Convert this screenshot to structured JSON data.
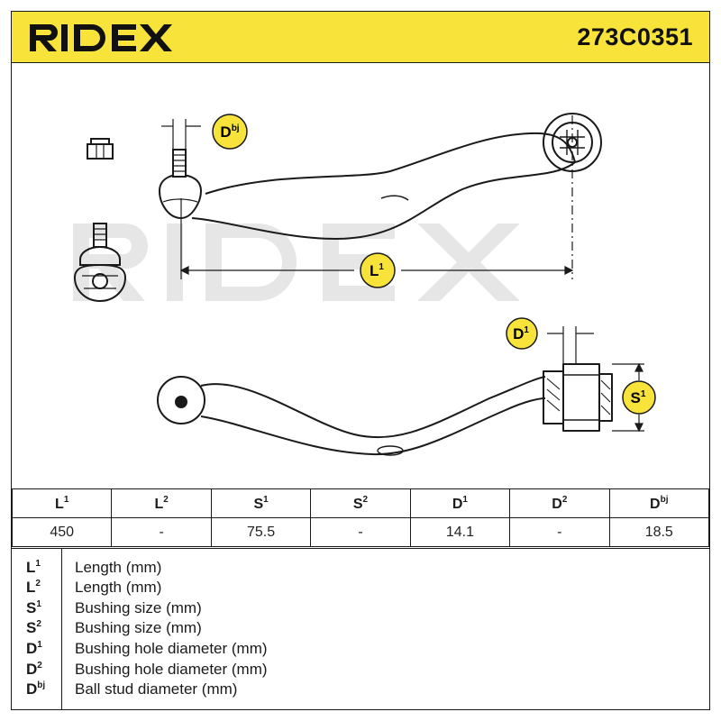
{
  "header": {
    "brand": "RIDEX",
    "part_number": "273C0351",
    "brand_color": "#f7e33a"
  },
  "drawing": {
    "watermark": "RIDEX",
    "labels": {
      "dbj": {
        "base": "D",
        "sup": "bj"
      },
      "l1": {
        "base": "L",
        "sup": "1"
      },
      "d1": {
        "base": "D",
        "sup": "1"
      },
      "s1": {
        "base": "S",
        "sup": "1"
      }
    },
    "badge_color": "#f7e33a"
  },
  "spec_table": {
    "headers": [
      {
        "base": "L",
        "sup": "1"
      },
      {
        "base": "L",
        "sup": "2"
      },
      {
        "base": "S",
        "sup": "1"
      },
      {
        "base": "S",
        "sup": "2"
      },
      {
        "base": "D",
        "sup": "1"
      },
      {
        "base": "D",
        "sup": "2"
      },
      {
        "base": "D",
        "sup": "bj"
      }
    ],
    "values": [
      "450",
      "-",
      "75.5",
      "-",
      "14.1",
      "-",
      "18.5"
    ]
  },
  "legend": [
    {
      "base": "L",
      "sup": "1",
      "desc": "Length (mm)"
    },
    {
      "base": "L",
      "sup": "2",
      "desc": "Length (mm)"
    },
    {
      "base": "S",
      "sup": "1",
      "desc": "Bushing size (mm)"
    },
    {
      "base": "S",
      "sup": "2",
      "desc": "Bushing size (mm)"
    },
    {
      "base": "D",
      "sup": "1",
      "desc": "Bushing hole diameter (mm)"
    },
    {
      "base": "D",
      "sup": "2",
      "desc": "Bushing hole diameter (mm)"
    },
    {
      "base": "D",
      "sup": "bj",
      "desc": "Ball stud diameter (mm)"
    }
  ]
}
